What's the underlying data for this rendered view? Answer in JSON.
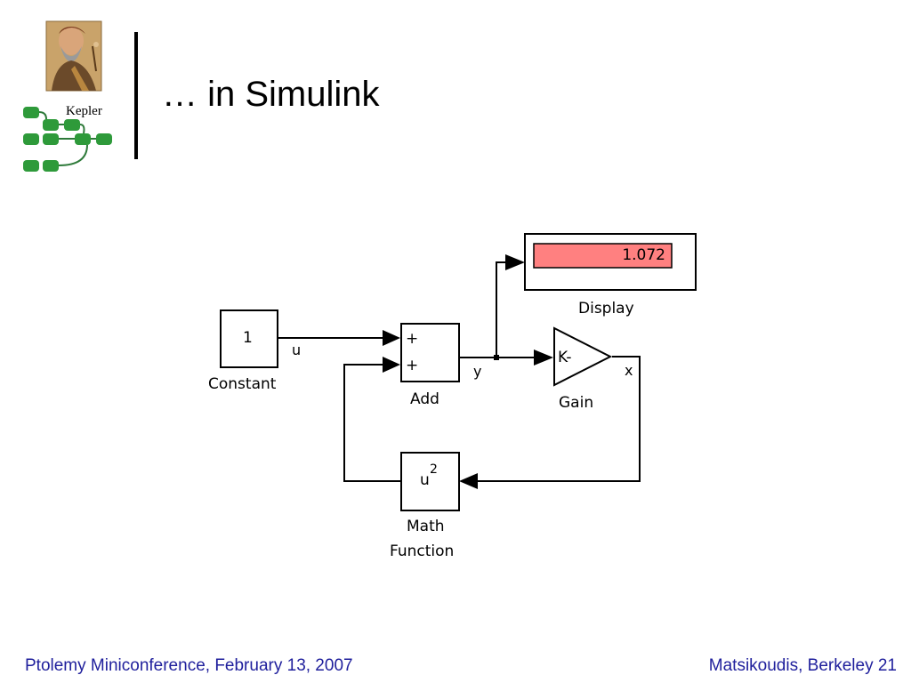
{
  "slide": {
    "title": "… in Simulink",
    "logo_text": "Kepler"
  },
  "diagram": {
    "constant": {
      "value": "1",
      "label": "Constant"
    },
    "add": {
      "label": "Add",
      "port1_sign": "+",
      "port2_sign": "+"
    },
    "gain": {
      "symbol": "K-",
      "label": "Gain"
    },
    "display": {
      "value": "1.072",
      "label": "Display"
    },
    "math_function": {
      "expression_base": "u",
      "expression_exp": "2",
      "label_line1": "Math",
      "label_line2": "Function"
    },
    "signals": {
      "u": "u",
      "y": "y",
      "x": "x"
    },
    "colors": {
      "display_fill": "#ff8080",
      "line": "#000000"
    }
  },
  "footer": {
    "left": "Ptolemy Miniconference, February 13, 2007",
    "right": "Matsikoudis, Berkeley 21"
  }
}
